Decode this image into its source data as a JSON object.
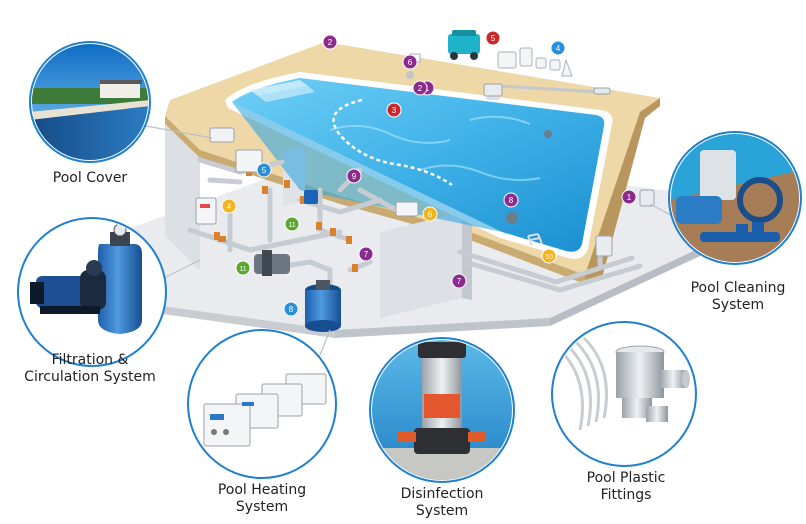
{
  "colors": {
    "pool_water": "#3fb1e8",
    "deck": "#ecd6a6",
    "ground": "#e7e9ec",
    "circle_border": "#1f7fd0",
    "marker_red": "#c8282c",
    "marker_purple": "#8c2b8e",
    "marker_blue": "#2a8fd8",
    "marker_yellow": "#f2b51e",
    "marker_green": "#5ba630",
    "pipe": "#c9ced4"
  },
  "categories": [
    {
      "id": "pool-cover",
      "lines": [
        "Pool Cover"
      ],
      "icon": "pool-cover-photo"
    },
    {
      "id": "filtration",
      "lines": [
        "Filtration &",
        "Circulation System"
      ],
      "icon": "pump-and-filter-photo"
    },
    {
      "id": "heating",
      "lines": [
        "Pool Heating",
        "System"
      ],
      "icon": "heat-pump-photo"
    },
    {
      "id": "disinfection",
      "lines": [
        "Disinfection",
        "System"
      ],
      "icon": "chlorinator-photo"
    },
    {
      "id": "fittings",
      "lines": [
        "Pool Plastic",
        "Fittings"
      ],
      "icon": "skimmer-fittings-photo"
    },
    {
      "id": "cleaning",
      "lines": [
        "Pool Cleaning",
        "System"
      ],
      "icon": "cleaning-equipment-photo"
    }
  ],
  "markers": [
    {
      "num": "1",
      "color": "purple"
    },
    {
      "num": "2",
      "color": "purple"
    },
    {
      "num": "3",
      "color": "red"
    },
    {
      "num": "4",
      "color": "blue"
    },
    {
      "num": "5",
      "color": "red"
    },
    {
      "num": "6",
      "color": "purple"
    },
    {
      "num": "7",
      "color": "purple"
    },
    {
      "num": "8",
      "color": "purple"
    },
    {
      "num": "9",
      "color": "purple"
    },
    {
      "num": "10",
      "color": "yellow"
    },
    {
      "num": "11",
      "color": "green"
    },
    {
      "num": "1",
      "color": "purple"
    },
    {
      "num": "2",
      "color": "purple"
    },
    {
      "num": "3",
      "color": "red"
    },
    {
      "num": "4",
      "color": "yellow"
    },
    {
      "num": "5",
      "color": "blue"
    },
    {
      "num": "6",
      "color": "yellow"
    },
    {
      "num": "7",
      "color": "purple"
    },
    {
      "num": "8",
      "color": "blue"
    },
    {
      "num": "9",
      "color": "purple"
    },
    {
      "num": "11",
      "color": "green"
    }
  ]
}
